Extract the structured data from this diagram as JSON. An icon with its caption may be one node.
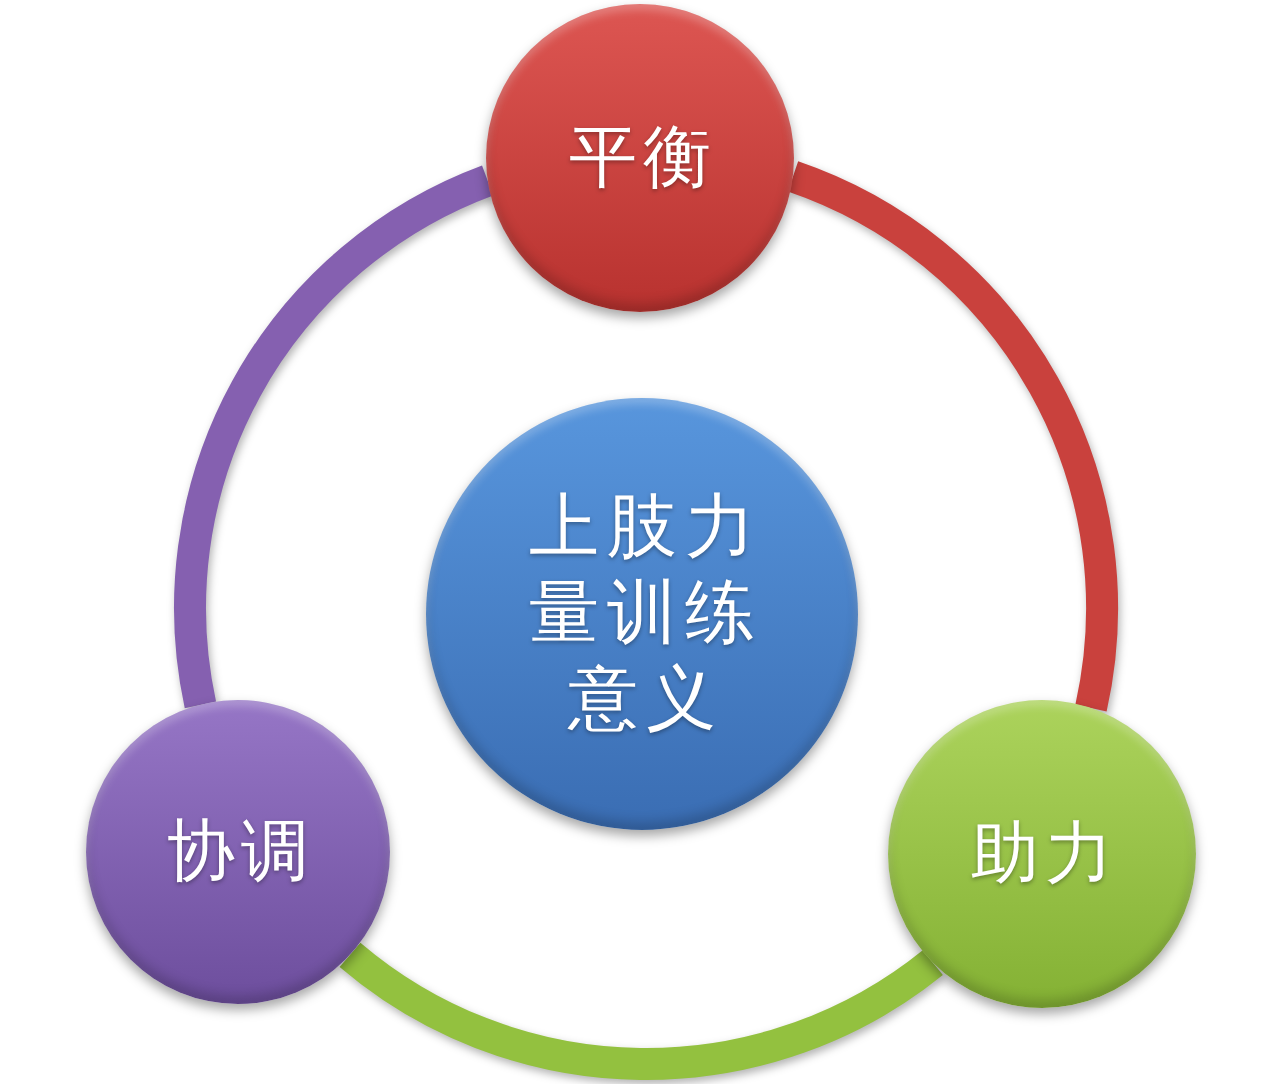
{
  "diagram": {
    "nodes": [
      {
        "text": [
          "平衡"
        ]
      },
      {
        "text": [
          "上肢力量训练意义"
        ]
      },
      {
        "text": [
          "协调"
        ]
      },
      {
        "text": [
          "助力"
        ]
      }
    ],
    "edges": [
      {
        "from": 0,
        "to": 3,
        "arrow": "none",
        "color": "#c9413d"
      },
      {
        "from": 3,
        "to": 2,
        "arrow": "none",
        "color": "#93c13f"
      },
      {
        "from": 2,
        "to": 0,
        "arrow": "none",
        "color": "#8560b0"
      }
    ]
  }
}
